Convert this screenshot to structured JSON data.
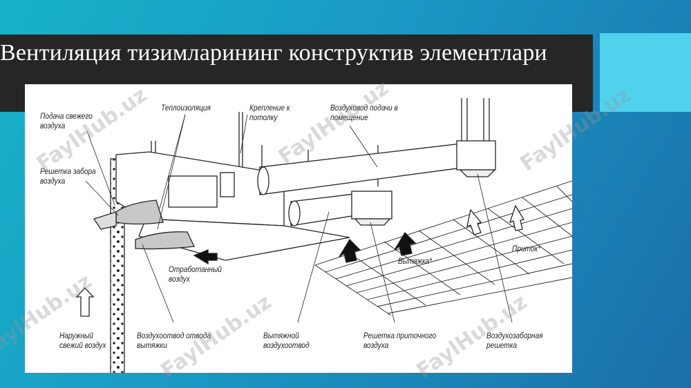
{
  "slide": {
    "title": "Вентиляция тизимларининг конструктив элементлари",
    "accent_color": "#4fd2ec",
    "title_bar_color": "#262626"
  },
  "diagram": {
    "labels": {
      "fresh_air_supply": "Подача свежего\nвоздуха",
      "thermal_insulation": "Теплоизоляция",
      "ceiling_mount": "Крепление к\nпотолку",
      "supply_duct": "Воздуховод подачи в\nпомещение",
      "intake_grille": "Решетка забора\nвоздуха",
      "exhaust_air": "Отработанный\nвоздух",
      "outdoor_air": "Наружный\nсвежий воздух",
      "exhaust_outlet_duct": "Воздухоотвод отвода\nвытяжки",
      "exhaust_duct": "Вытяжной\nвоздухоотвод",
      "supply_grille": "Решетка приточного\nвоздуха",
      "intake_grille_room": "Воздухозаборная\nрешетка",
      "exhaust_flow": "Вытяжка*",
      "supply_flow": "Приток*"
    },
    "watermark": "FaylHub.uz"
  }
}
